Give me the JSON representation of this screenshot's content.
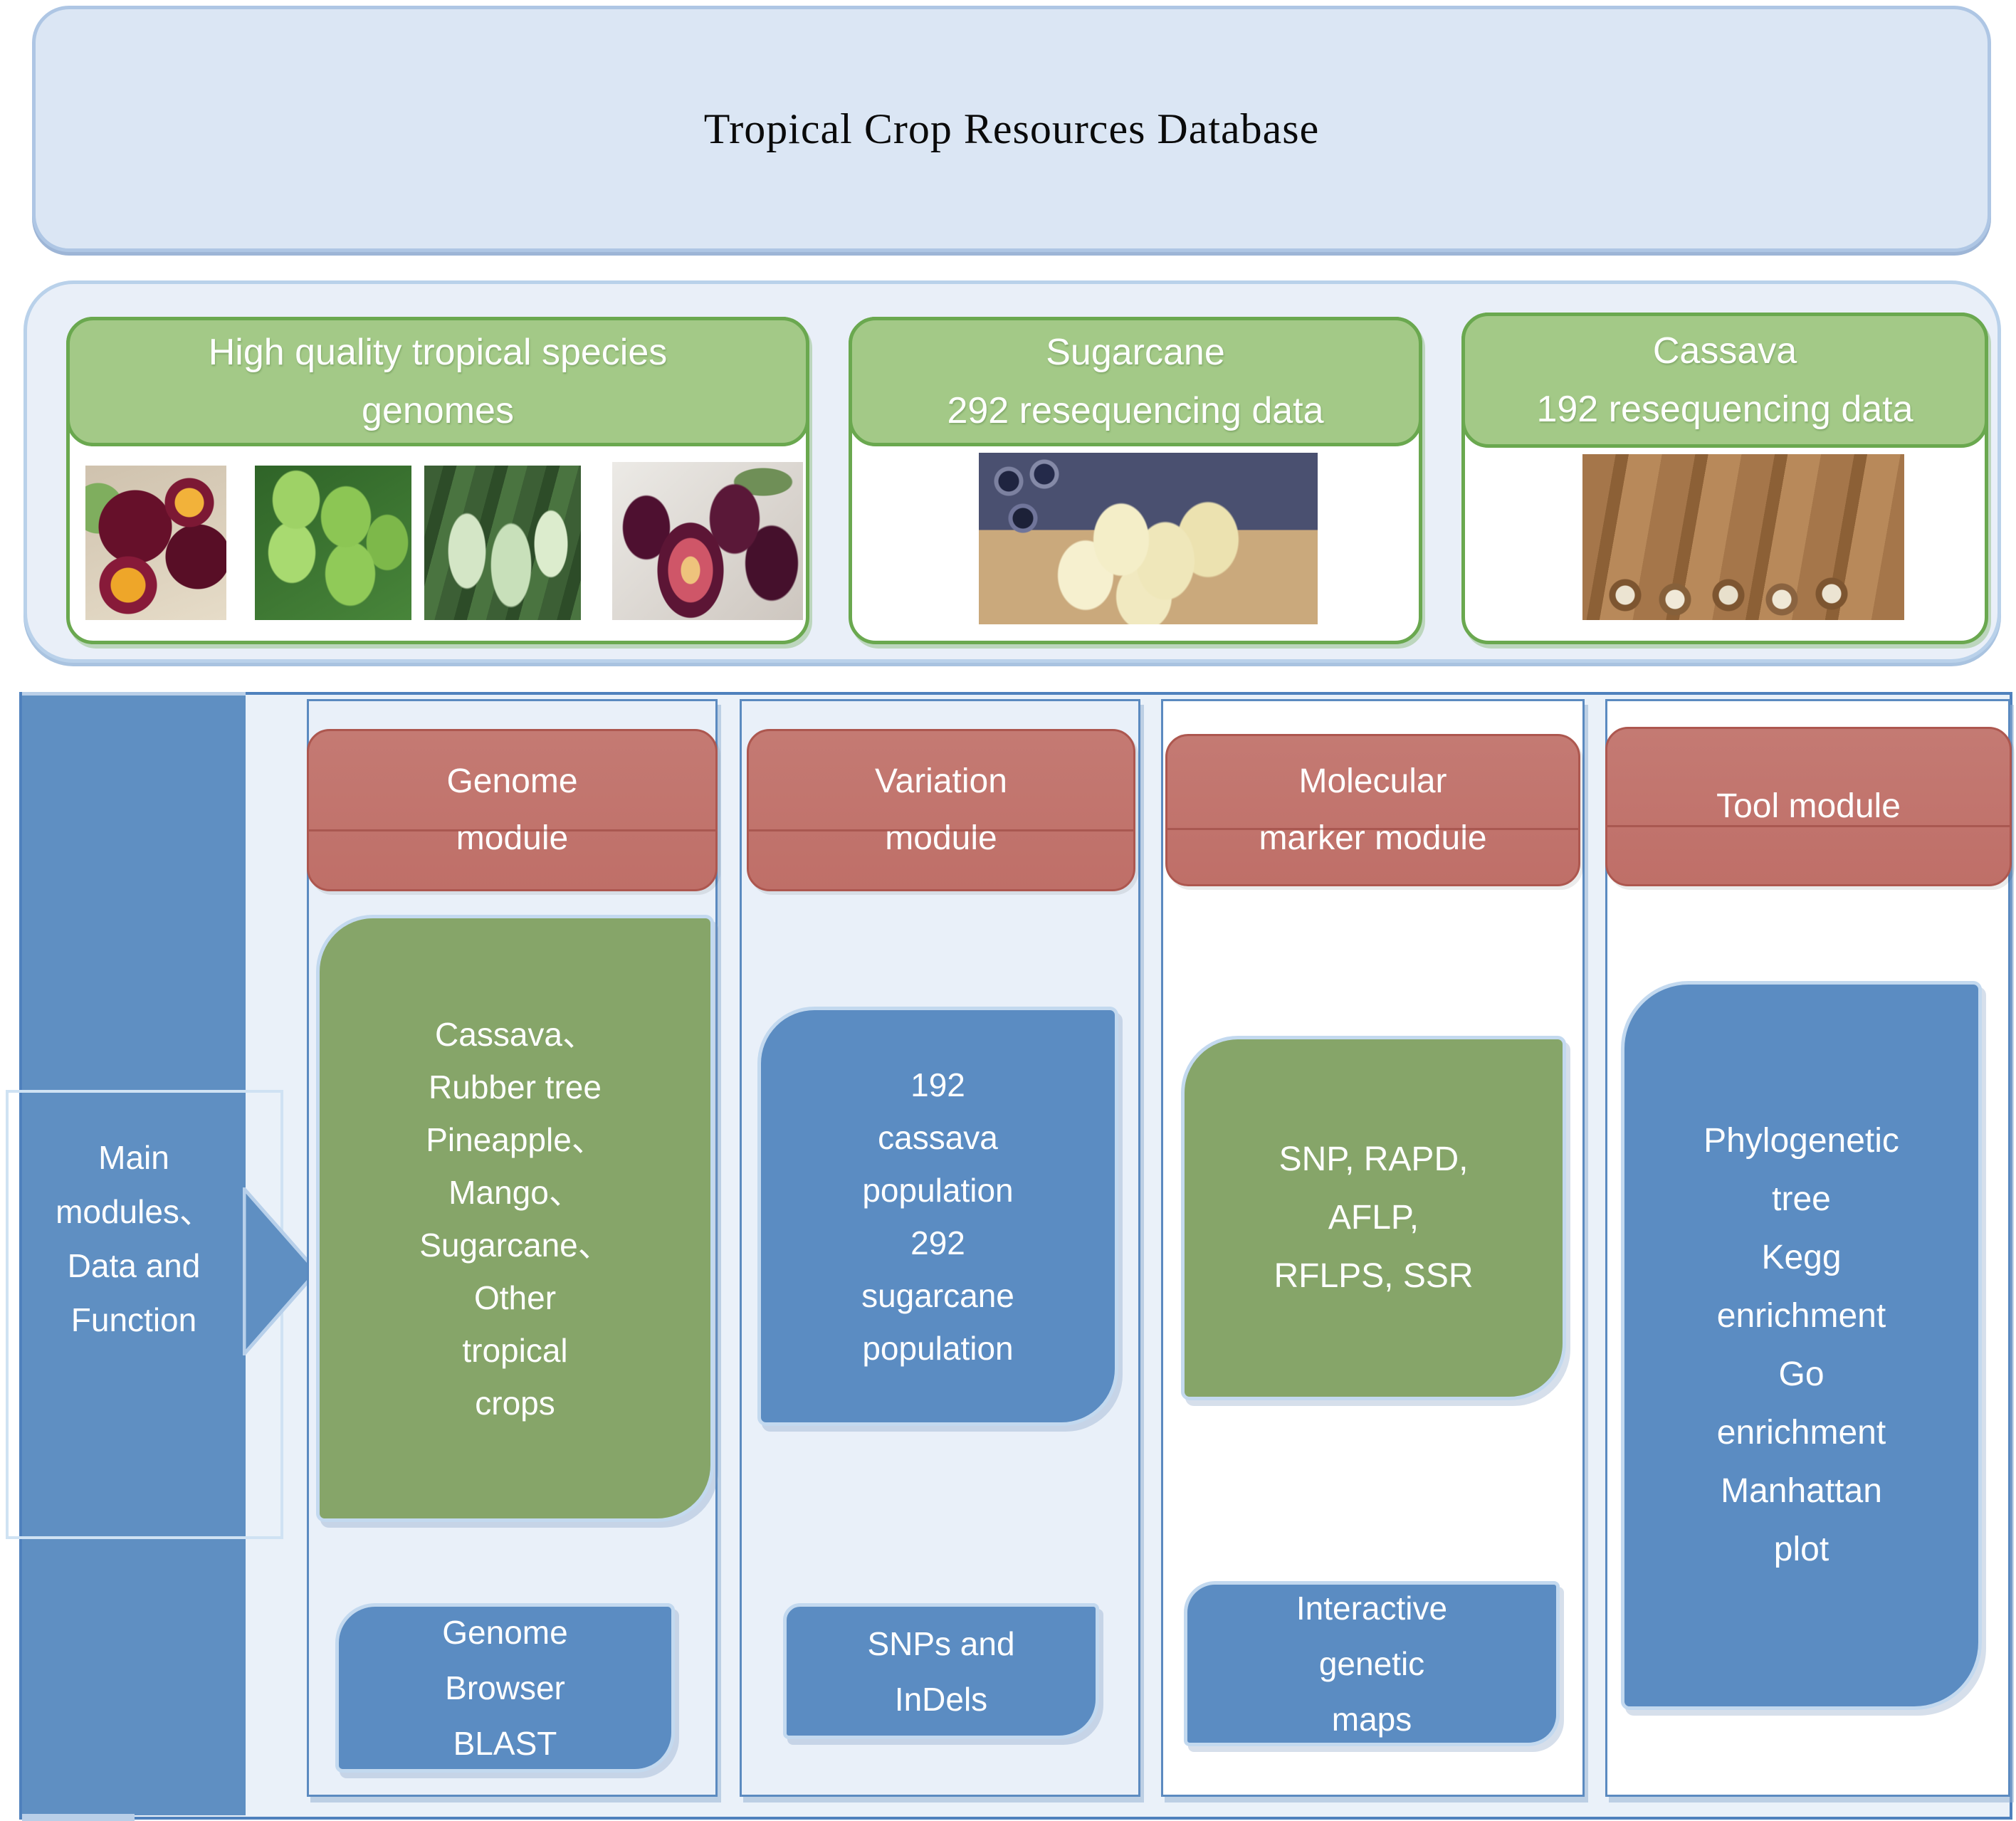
{
  "title": "Tropical Crop Resources Database",
  "resource_band": {
    "cards": [
      {
        "title_lines": [
          "High quality tropical species",
          "genomes"
        ],
        "images": [
          "passion-fruit-photo",
          "green-fruits-photo",
          "mango-tree-photo",
          "figs-photo"
        ]
      },
      {
        "title_lines": [
          "Sugarcane",
          "292 resequencing data"
        ],
        "images": [
          "sugarcane-photo"
        ]
      },
      {
        "title_lines": [
          "Cassava",
          "192 resequencing data"
        ],
        "images": [
          "cassava-photo"
        ]
      }
    ]
  },
  "sidebar": {
    "label_lines": [
      "Main",
      "modules、",
      "Data and",
      "Function"
    ]
  },
  "modules": [
    {
      "header_lines": [
        "Genome",
        "module"
      ],
      "data_box": {
        "style": "green",
        "lines": [
          "Cassava、",
          "Rubber tree",
          "Pineapple、",
          "Mango、",
          "Sugarcane、",
          "Other",
          "tropical",
          "crops"
        ]
      },
      "function_box": {
        "lines": [
          "Genome",
          "Browser",
          "BLAST"
        ]
      }
    },
    {
      "header_lines": [
        "Variation",
        "module"
      ],
      "data_box": {
        "style": "blue",
        "lines": [
          "192",
          "cassava",
          "population",
          "292",
          "sugarcane",
          "population"
        ]
      },
      "function_box": {
        "lines": [
          "SNPs and",
          "InDels"
        ]
      }
    },
    {
      "header_lines": [
        "Molecular",
        "marker module"
      ],
      "data_box": {
        "style": "green",
        "lines": [
          "SNP, RAPD,",
          "AFLP,",
          "RFLPS, SSR"
        ]
      },
      "function_box": {
        "lines": [
          "Interactive",
          "genetic",
          "maps"
        ]
      }
    },
    {
      "header_lines": [
        "Tool module"
      ],
      "data_box": {
        "style": "blue",
        "lines": [
          "Phylogenetic",
          "tree",
          "Kegg",
          "enrichment",
          "Go",
          "enrichment",
          "Manhattan",
          "plot"
        ]
      },
      "function_box": null
    }
  ],
  "colors": {
    "module_header_red": "#bf6f68",
    "data_box_green": "#86a569",
    "data_box_blue": "#5b8cc2",
    "band_header_green": "#a3c987",
    "band_border_green": "#6aa84f",
    "panel_border_blue": "#4f81bd",
    "panel_fill_light_blue": "#eaf1f9",
    "sidebar_blue": "#5f8fc2",
    "title_box_fill": "#dbe6f4"
  }
}
